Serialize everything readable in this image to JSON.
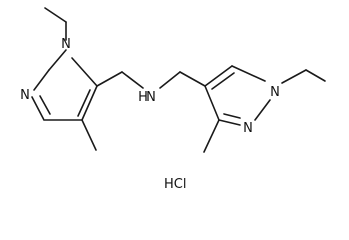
{
  "molecule": {
    "atom_labels": {
      "n_ethyl_left": "N",
      "n_ring_left": "N",
      "n_amine": "N",
      "h_amine": "H",
      "n_ethyl_right": "N",
      "n_ring_right": "N"
    },
    "salt_label": "HCl"
  }
}
